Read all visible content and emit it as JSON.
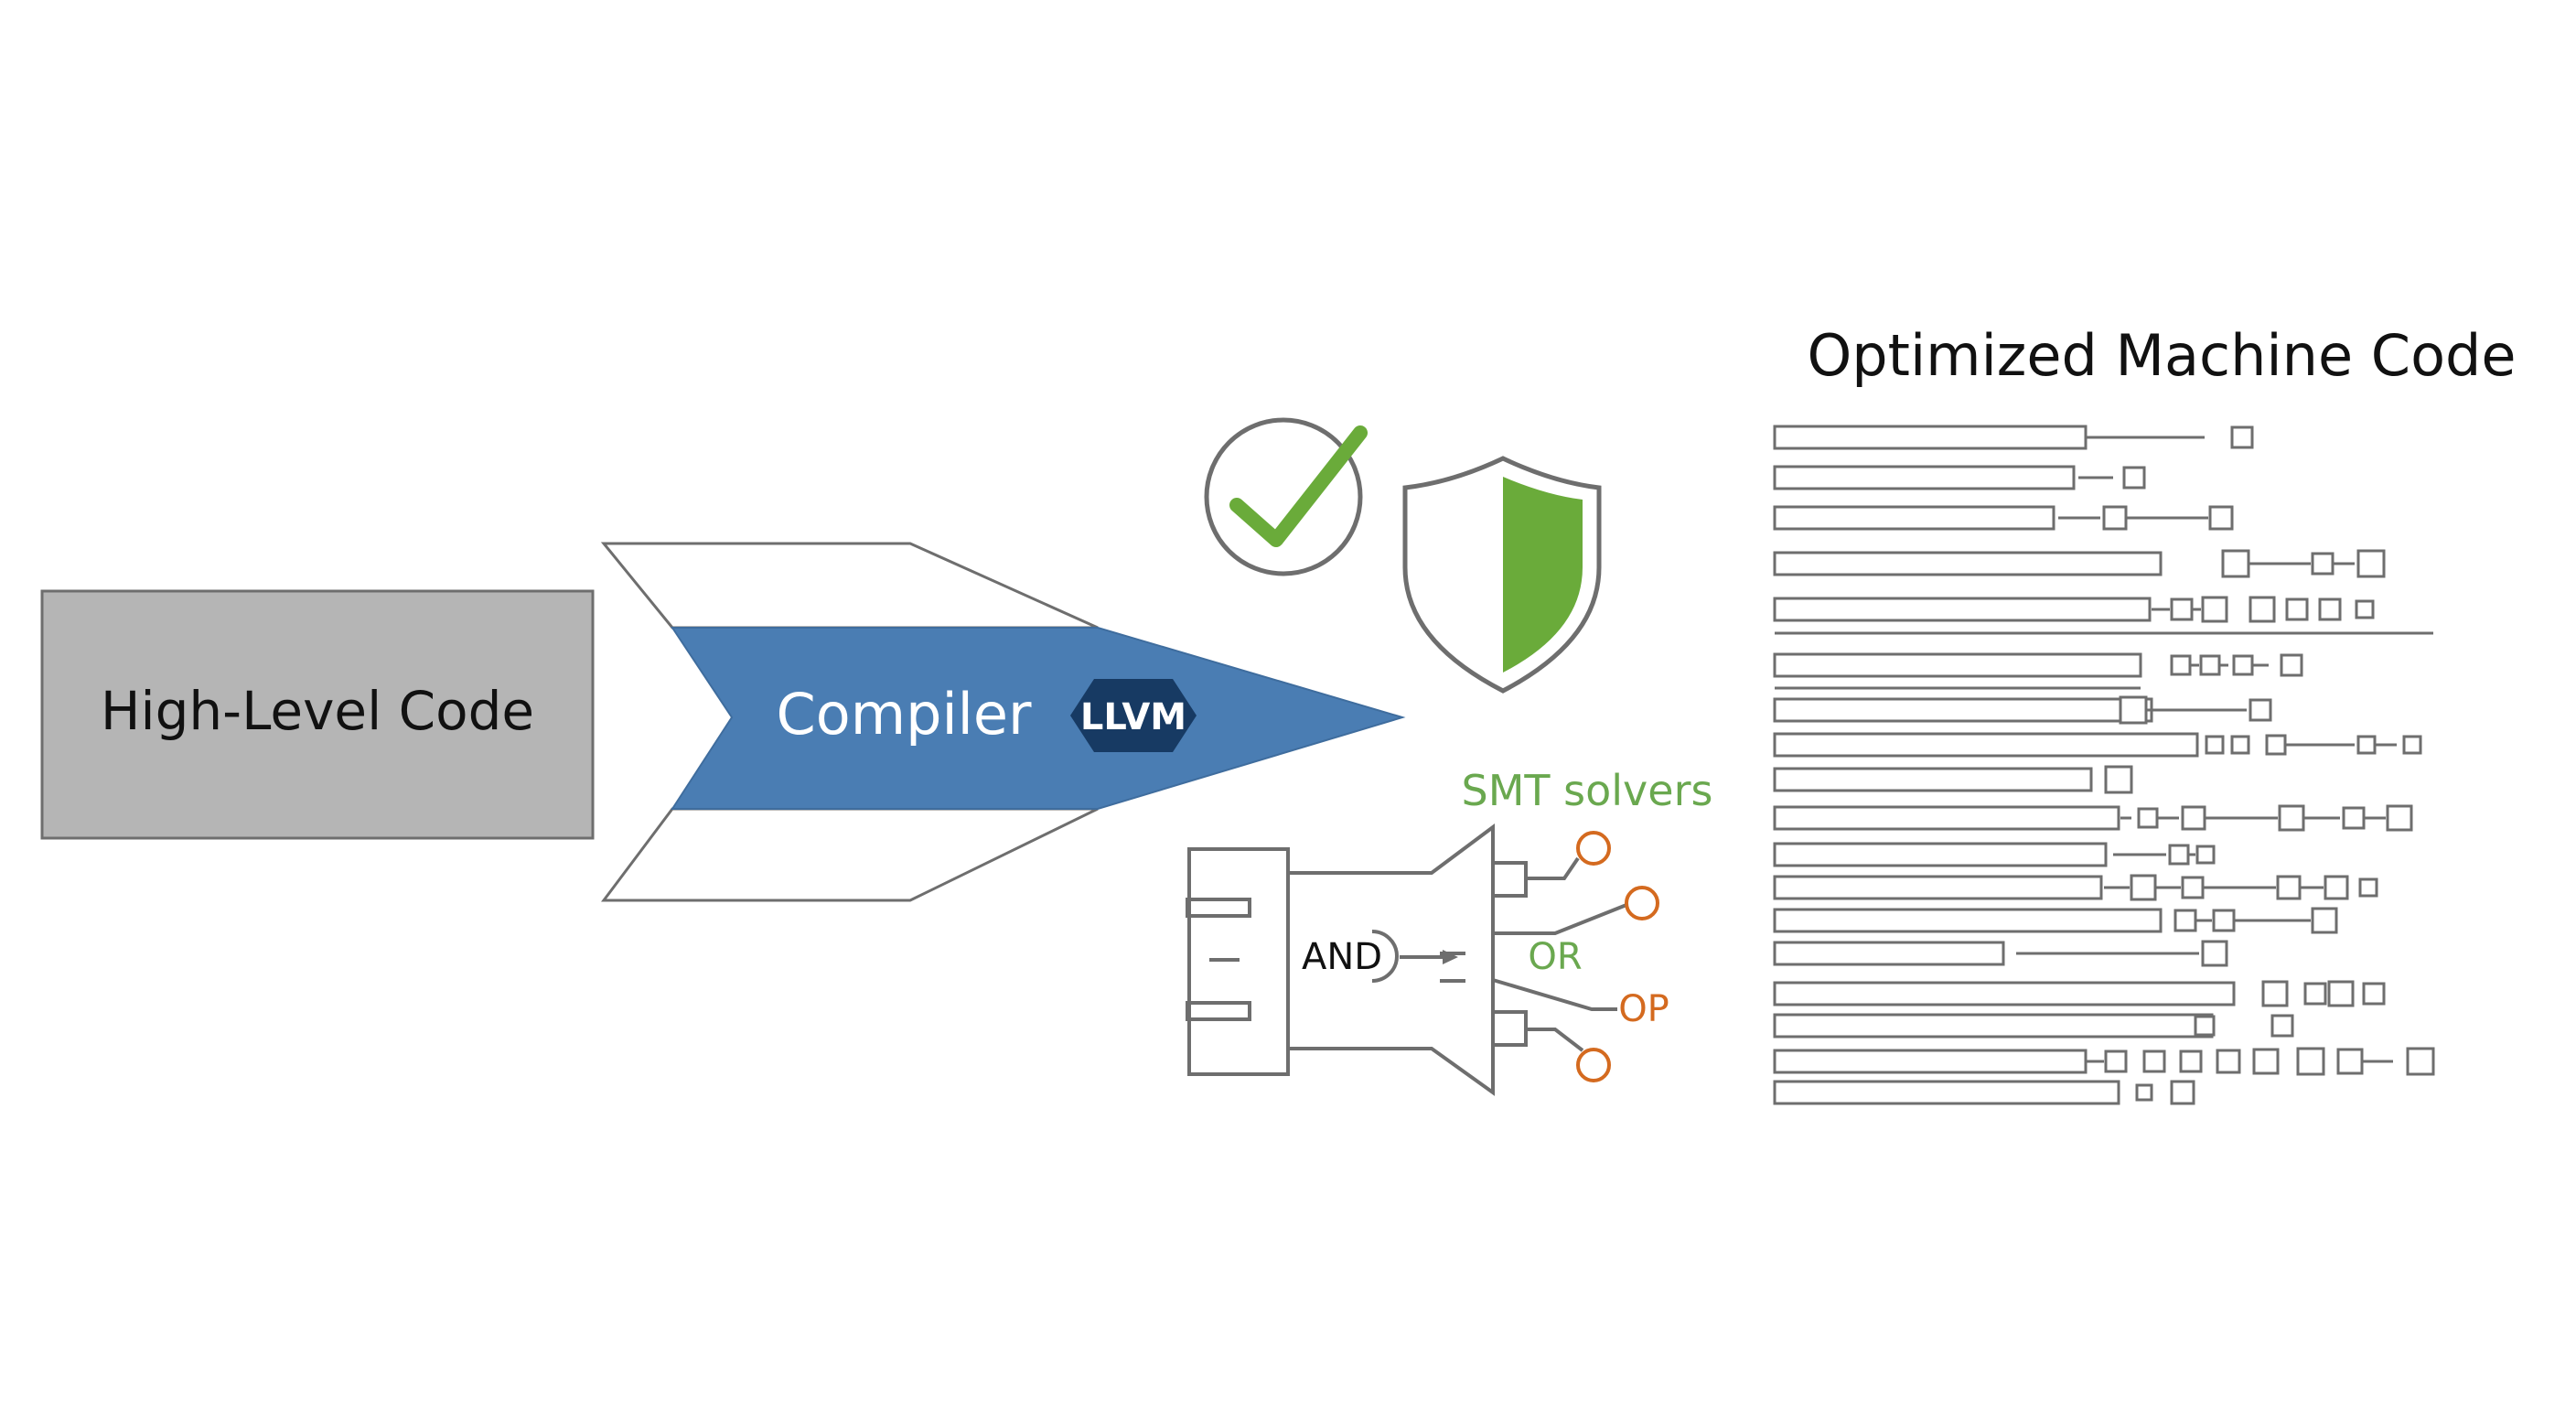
{
  "source": {
    "label": "High-Level Code"
  },
  "compiler": {
    "label": "Compiler",
    "badge": "LLVM"
  },
  "verification": {
    "check_icon": "check-circle-icon",
    "shield_icon": "shield-icon"
  },
  "smt": {
    "title": "SMT solvers",
    "gate_label": "AND",
    "output_or": "OR",
    "output_op": "OP",
    "colors": {
      "title": "#6aa84f",
      "or": "#6aa84f",
      "op": "#d46a1f"
    }
  },
  "output": {
    "title": "Optimized Machine Code"
  },
  "colors": {
    "arrow_blue": "#4a7db3",
    "badge_navy": "#173a63",
    "check_green": "#6aab3a",
    "box_gray": "#b5b5b5",
    "line_gray": "#6e6e6e"
  }
}
